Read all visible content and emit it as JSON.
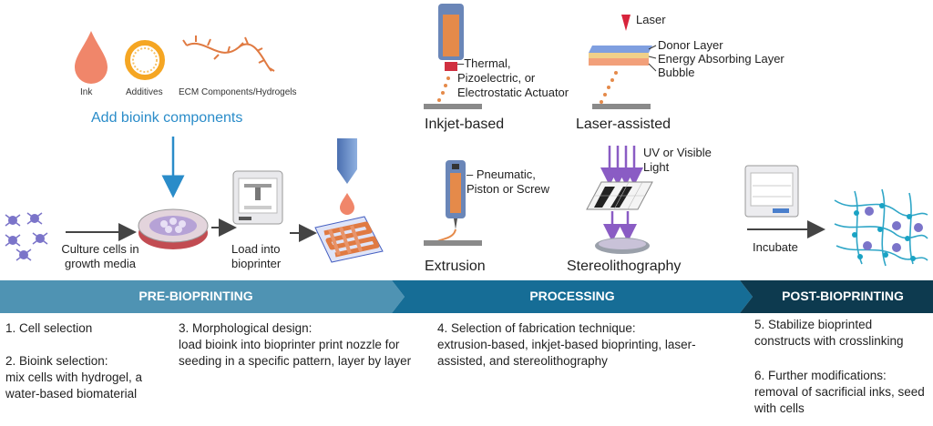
{
  "components": {
    "ink": "Ink",
    "additives": "Additives",
    "ecm": "ECM Components/Hydrogels",
    "title": "Add bioink components"
  },
  "prebio": {
    "culture": "Culture cells in growth media",
    "load": "Load into bioprinter"
  },
  "processing": {
    "inkjet_actuator": "–Thermal, Pizoelectric, or Electrostatic Actuator",
    "inkjet": "Inkjet-based",
    "laser": "Laser",
    "donor": "Donor Layer",
    "energy": "Energy Absorbing Layer",
    "bubble": "Bubble",
    "laser_assisted": "Laser-assisted",
    "pneumatic": "– Pneumatic, Piston or Screw",
    "extrusion": "Extrusion",
    "uv": "UV or Visible Light",
    "stereo": "Stereolithography"
  },
  "post": {
    "incubate": "Incubate"
  },
  "bands": {
    "pre": "PRE-BIOPRINTING",
    "proc": "PROCESSING",
    "post": "POST-BIOPRINTING"
  },
  "bands_colors": {
    "pre": "#4f93b3",
    "proc": "#166d96",
    "post": "#0d3a4f"
  },
  "steps": {
    "s1": "1. Cell selection",
    "s2_title": "2. Bioink selection:",
    "s2_body": "mix cells with hydrogel, a water-based biomaterial",
    "s3_title": "3. Morphological design:",
    "s3_body": "load bioink into bioprinter print nozzle for seeding in a specific pattern, layer by layer",
    "s4_title": "4. Selection of fabrication technique:",
    "s4_body": "extrusion-based, inkjet-based bioprinting, laser-assisted, and stereolithography",
    "s5": "5. Stabilize bioprinted constructs with crosslinking",
    "s6_title": "6. Further modifications:",
    "s6_body": "removal of sacrificial inks, seed with cells"
  }
}
